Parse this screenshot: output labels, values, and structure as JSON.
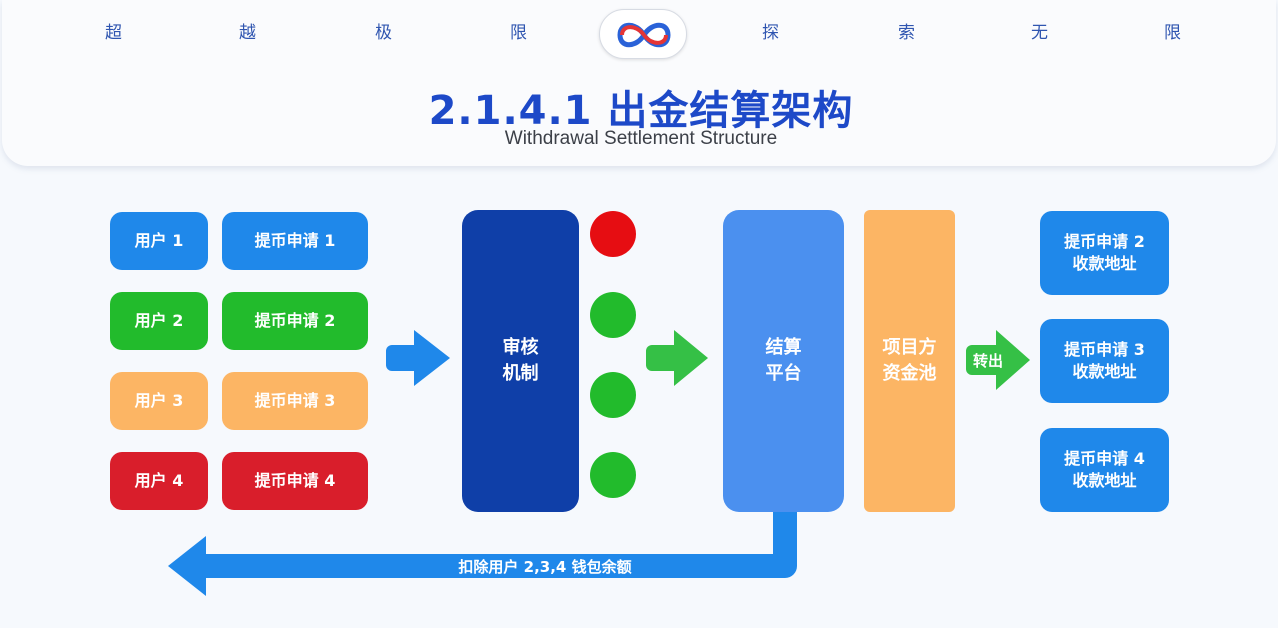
{
  "header": {
    "mottos": [
      "超",
      "越",
      "极",
      "限",
      "探",
      "索",
      "无",
      "限"
    ],
    "title": "2.1.4.1 出金结算架构",
    "subtitle": "Withdrawal Settlement Structure",
    "logo_icon": "infinity-logo-icon"
  },
  "users": [
    {
      "user": "用户 1",
      "request": "提币申请 1",
      "color": "#1f88ea",
      "status_color": "#e60d12"
    },
    {
      "user": "用户 2",
      "request": "提币申请 2",
      "color": "#22bb2c",
      "status_color": "#22bb2c"
    },
    {
      "user": "用户 3",
      "request": "提币申请 3",
      "color": "#fcb564",
      "status_color": "#22bb2c"
    },
    {
      "user": "用户 4",
      "request": "提币申请 4",
      "color": "#d91e2b",
      "status_color": "#22bb2c"
    }
  ],
  "review": "审核\n机制",
  "settlement": "结算\n平台",
  "pool": "项目方\n资金池",
  "transfer_label": "转出",
  "addresses": [
    "提币申请 2\n收款地址",
    "提币申请 3\n收款地址",
    "提币申请 4\n收款地址"
  ],
  "deduct_label": "扣除用户 2,3,4 钱包余额",
  "colors": {
    "title": "#1d49c8",
    "review": "#0f3fa8",
    "settlement": "#4b90ef",
    "pool": "#fcb564",
    "arrow_blue": "#1f88ea",
    "arrow_green": "#35c046"
  }
}
